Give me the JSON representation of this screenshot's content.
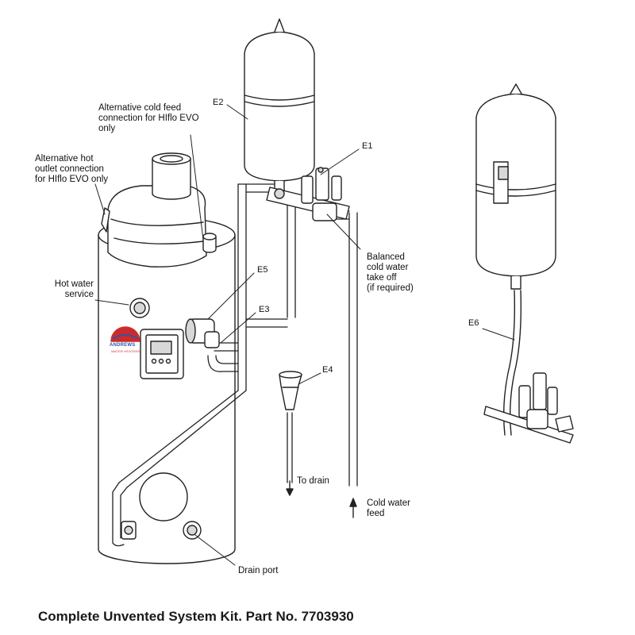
{
  "colors": {
    "line": "#222222",
    "fill": "#ffffff",
    "shade": "#d8d8d8",
    "brand_blue": "#2f55a8",
    "brand_red": "#cc2b2b"
  },
  "labels": {
    "alt_cold_feed": [
      "Alternative cold feed",
      "connection for HIflo EVO",
      "only"
    ],
    "alt_hot_outlet": [
      "Alternative hot",
      "outlet connection",
      "for HIflo EVO only"
    ],
    "hot_water_service": [
      "Hot water",
      "service"
    ],
    "balanced_cold": [
      "Balanced",
      "cold water",
      "take off",
      "(if required)"
    ],
    "to_drain": "To drain",
    "cold_water_feed": [
      "Cold water",
      "feed"
    ],
    "drain_port": "Drain port"
  },
  "components": {
    "e1": "E1",
    "e2": "E2",
    "e3": "E3",
    "e4": "E4",
    "e5": "E5",
    "e6": "E6"
  },
  "heater_brand": {
    "name": "ANDREWS",
    "sub": "WATER HEATERS"
  },
  "caption": "Complete Unvented System Kit. Part No. 7703930"
}
